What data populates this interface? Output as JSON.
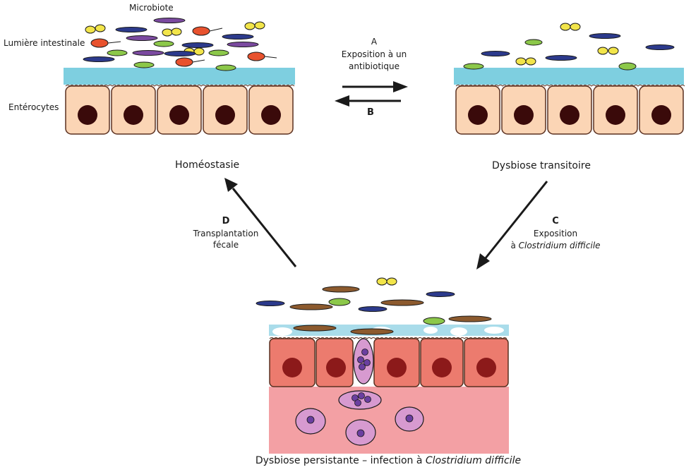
{
  "labels": {
    "microbiote": "Microbiote",
    "lumiere": "Lumière intestinale",
    "enterocytes": "Entérocytes",
    "homeostasie": "Homéostasie",
    "dysbiose_transitoire": "Dysbiose transitoire",
    "persistante_prefix": "Dysbiose persistante – infection à ",
    "persistante_italic": "Clostridium difficile"
  },
  "arrows": {
    "A": {
      "letter": "A",
      "line1": "Exposition à un",
      "line2": "antibiotique"
    },
    "B": {
      "letter": "B"
    },
    "C": {
      "letter": "C",
      "line1": "Exposition",
      "line2_prefix": "à ",
      "line2_italic": "Clostridium difficile"
    },
    "D": {
      "letter": "D",
      "line1": "Transplantation",
      "line2": "fécale"
    }
  },
  "colors": {
    "mucus": "#7ecfe0",
    "cell_healthy": "#fbd5b5",
    "cell_inflamed": "#ec7b6e",
    "nucleus_healthy": "#3a0a0a",
    "nucleus_inflamed": "#8c1a1a",
    "tissue": "#f3a0a4",
    "immune_cell": "#d79ad0",
    "bacteria_yellow": "#f2e54a",
    "bacteria_purple": "#7b4aa0",
    "bacteria_blue": "#2c3a8c",
    "bacteria_green": "#8cc84a",
    "bacteria_red": "#e8522e",
    "bacteria_brown": "#8c5a2e"
  }
}
